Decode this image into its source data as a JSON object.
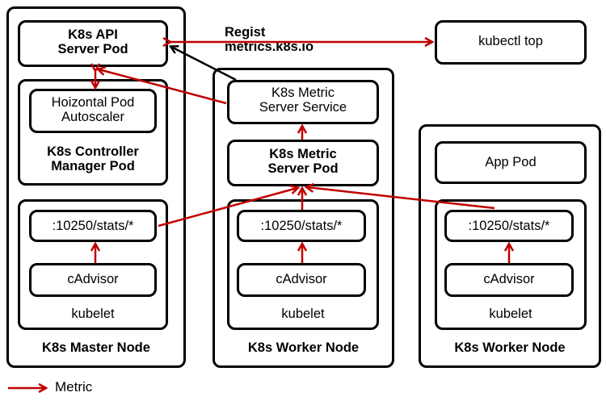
{
  "master_node": {
    "label": "K8s Master Node",
    "api_server": "K8s API\nServer Pod",
    "hpa": "Hoizontal Pod\nAutoscaler",
    "controller_manager": "K8s Controller\nManager Pod",
    "stats_endpoint": ":10250/stats/*",
    "cadvisor": "cAdvisor",
    "kubelet": "kubelet"
  },
  "worker_node_1": {
    "label": "K8s Worker Node",
    "metric_service": "K8s Metric\nServer Service",
    "metric_server_pod": "K8s Metric\nServer Pod",
    "stats_endpoint": ":10250/stats/*",
    "cadvisor": "cAdvisor",
    "kubelet": "kubelet"
  },
  "worker_node_2": {
    "label": "K8s Worker Node",
    "app_pod": "App Pod",
    "stats_endpoint": ":10250/stats/*",
    "cadvisor": "cAdvisor",
    "kubelet": "kubelet"
  },
  "kubectl_top": "kubectl top",
  "regist_label": "Regist\nmetrics.k8s.io",
  "legend": {
    "metric_label": "Metric"
  },
  "colors": {
    "metric_arrow": "#c00000",
    "regist_arrow": "#000000",
    "border": "#000000"
  }
}
